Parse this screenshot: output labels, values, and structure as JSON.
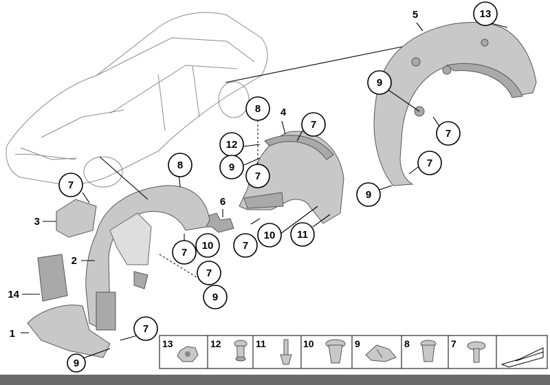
{
  "callouts": {
    "c1": "1",
    "c2": "2",
    "c3": "3",
    "c4": "4",
    "c5": "5",
    "c6": "6",
    "c7_top_left": "7",
    "c7_near6": "7",
    "c7_below": "7",
    "c7_near9b": "7",
    "c7_liner_mid": "7",
    "c7_liner_top": "7",
    "c7_right_a": "7",
    "c7_right_b": "7",
    "c7_bottom": "7",
    "c8_left": "8",
    "c8_mid": "8",
    "c9_left": "9",
    "c9_mid": "9",
    "c9_right_a": "9",
    "c9_right_b": "9",
    "c9_bottom": "9",
    "c10_a": "10",
    "c10_b": "10",
    "c11": "11",
    "c12": "12",
    "c13": "13",
    "c14": "14"
  },
  "parts_strip": {
    "items": [
      {
        "number": "13",
        "icon": "nut-icon"
      },
      {
        "number": "12",
        "icon": "rivet-icon"
      },
      {
        "number": "11",
        "icon": "expanding-rivet-icon"
      },
      {
        "number": "10",
        "icon": "clip-nut-icon"
      },
      {
        "number": "9",
        "icon": "spring-clip-icon"
      },
      {
        "number": "8",
        "icon": "plastic-nut-icon"
      },
      {
        "number": "7",
        "icon": "screw-icon"
      },
      {
        "number": "",
        "icon": "shim-wedge-icon"
      }
    ]
  }
}
